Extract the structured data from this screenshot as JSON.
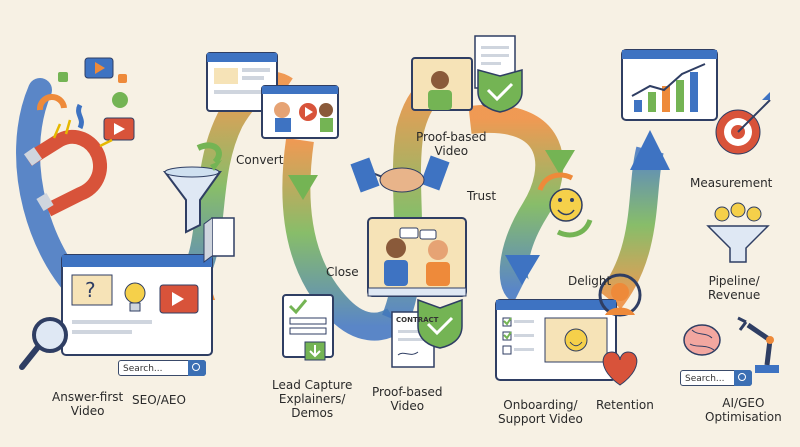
{
  "labels": {
    "answer_first": [
      "Answer-first",
      "Video"
    ],
    "seo": "SEO/AEO",
    "convert": "Convert",
    "lead_capture": [
      "Lead Capture",
      "Explainers/",
      "Demos"
    ],
    "close": "Close",
    "proof_top": [
      "Proof-based",
      "Video"
    ],
    "proof_bottom": [
      "Proof-based",
      "Video"
    ],
    "trust": "Trust",
    "delight": "Delight",
    "onboarding": [
      "Onboarding/",
      "Support Video"
    ],
    "retention": "Retention",
    "measurement": "Measurement",
    "pipeline": [
      "Pipeline/",
      "Revenue"
    ],
    "ai_geo": [
      "AI/GEO",
      "Optimisation"
    ]
  },
  "search_boxes": {
    "seo_search": "Search...",
    "ai_search": "Search..."
  },
  "contract_text": "CONTRACT",
  "colors": {
    "background": "#f7f1e4",
    "blue": "#3e73c2",
    "green": "#74b454",
    "orange": "#ee8a3a",
    "red": "#d8533a",
    "navy": "#2f3e63"
  }
}
